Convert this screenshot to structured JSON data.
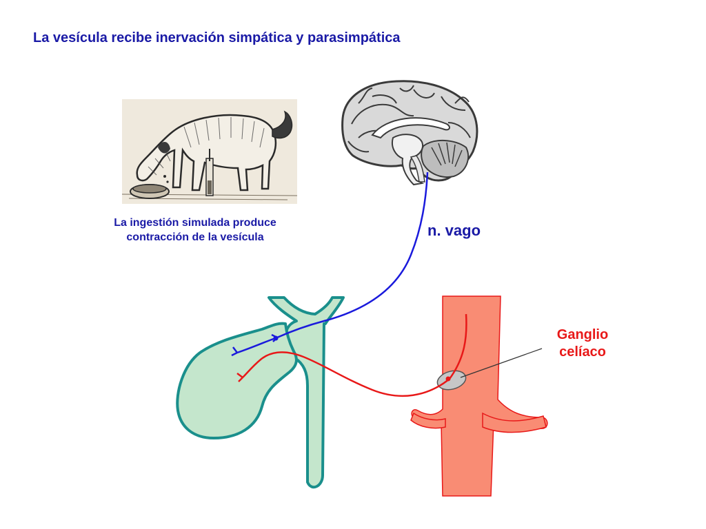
{
  "title": "La vesícula recibe inervación simpática y parasimpática",
  "dog_caption": {
    "line1": "La ingestión simulada produce",
    "line2": "contracción de la vesícula"
  },
  "labels": {
    "vagus": "n. vago",
    "ganglion_line1": "Ganglio",
    "ganglion_line2": "celíaco"
  },
  "colors": {
    "title_text": "#1a1aa6",
    "vagus_nerve": "#1a1adc",
    "sympathetic_nerve": "#e81818",
    "gallbladder_fill": "#c4e6cc",
    "gallbladder_outline": "#1a8f8c",
    "aorta_fill": "#f98c74",
    "ganglion_fill": "#c7c7c7",
    "brain_fill": "#d6d6d6"
  }
}
